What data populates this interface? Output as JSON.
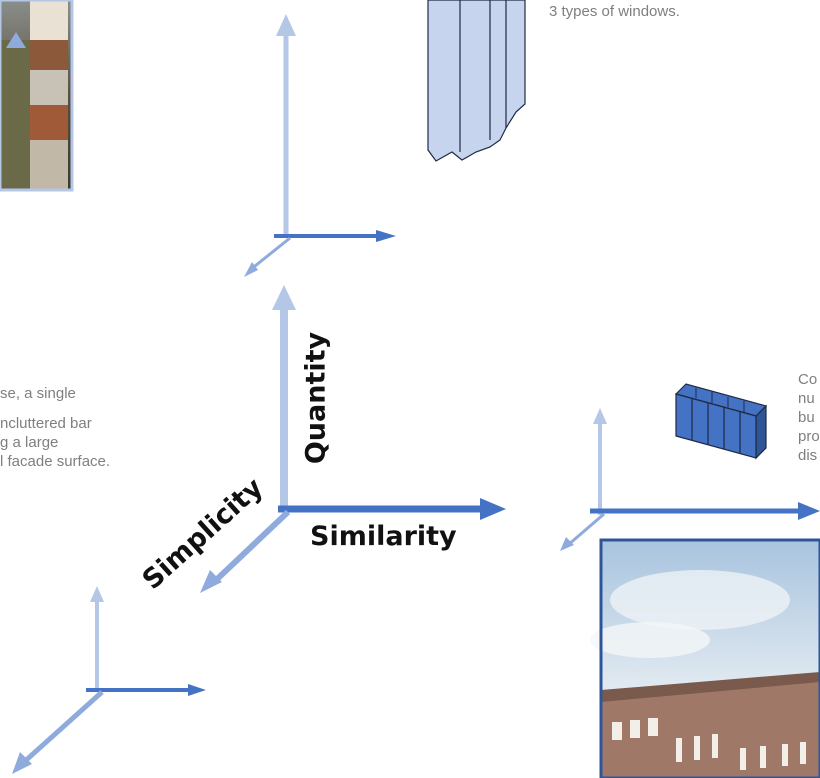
{
  "axes": {
    "quantity": "Quantity",
    "similarity": "Similarity",
    "simplicity": "Simplicity"
  },
  "texts": {
    "top_right": "3 types of windows.",
    "left_lines": [
      "se, a single",
      "",
      "ncluttered bar",
      "g a large",
      "l facade surface."
    ],
    "right_lines": [
      "Co",
      "nu",
      "bu",
      "pro",
      "dis"
    ]
  },
  "colors": {
    "axis_dark": "#4472c4",
    "axis_light": "#b4c7e7",
    "axis_mid": "#8faadc",
    "block_fill": "#4472c4"
  }
}
